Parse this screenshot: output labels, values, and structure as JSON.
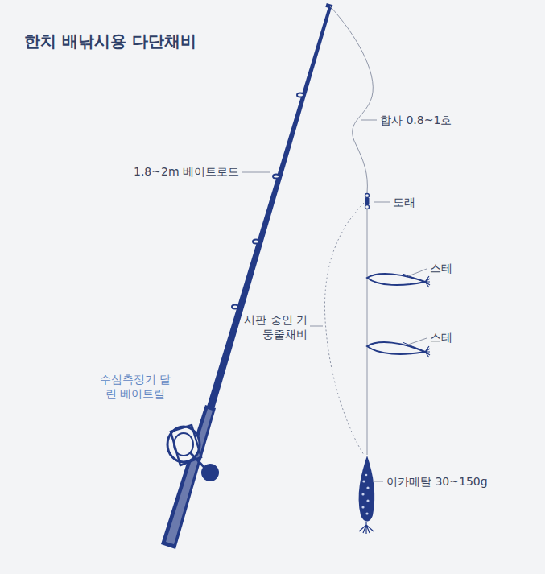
{
  "diagram": {
    "title": "한치 배낚시용 다단채비",
    "labels": [
      "합사 0.8~1호",
      "1.8~2m 베이트로드",
      "도래",
      "스테",
      "스테",
      "시판 중인 기둥줄채비",
      "수심측정기 달린 베이트릴",
      "이카메탈 30~150g"
    ]
  }
}
